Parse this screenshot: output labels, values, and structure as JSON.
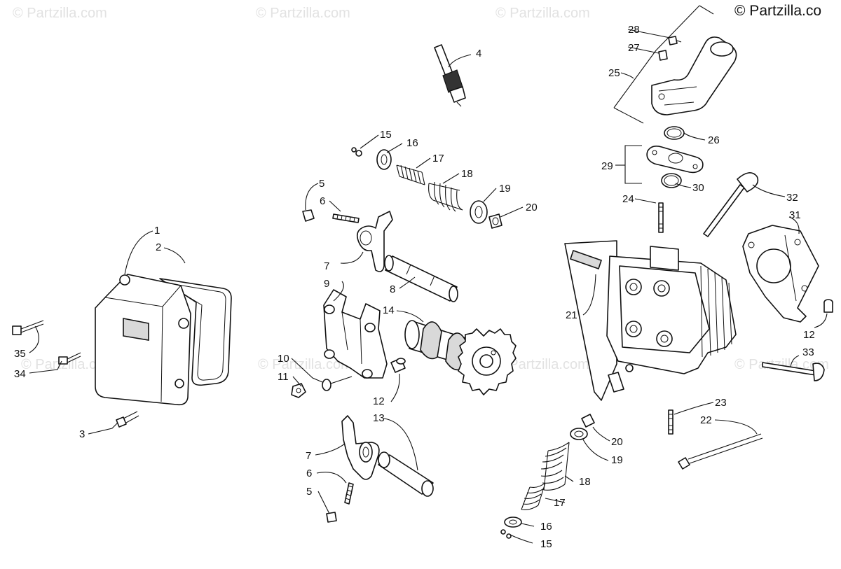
{
  "watermark": "© Partzilla.com",
  "copyright": "© Partzilla.co",
  "callouts": [
    "1",
    "2",
    "3",
    "4",
    "5",
    "6",
    "7",
    "8",
    "9",
    "10",
    "11",
    "12",
    "13",
    "14",
    "15",
    "16",
    "17",
    "18",
    "19",
    "20",
    "21",
    "22",
    "23",
    "24",
    "25",
    "26",
    "27",
    "28",
    "29",
    "30",
    "31",
    "32",
    "33",
    "34",
    "35"
  ]
}
